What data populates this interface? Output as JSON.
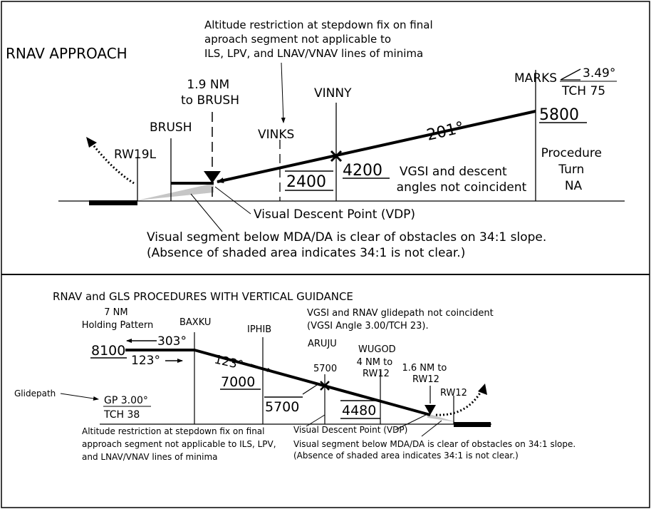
{
  "top": {
    "title": "RNAV APPROACH",
    "note_top": [
      "Altitude restriction at stepdown fix on final",
      "aproach segment not applicable to",
      "ILS, LPV, and LNAV/VNAV lines of minima"
    ],
    "vdp_distance": [
      "1.9 NM",
      "to BRUSH"
    ],
    "fixes": {
      "vinny": "VINNY",
      "marks": "MARKS",
      "brush": "BRUSH",
      "vinks": "VINKS",
      "runway": "RW19L"
    },
    "angle": "3.49°",
    "tch": "TCH 75",
    "alt_marks": "5800",
    "course": "201°",
    "alt_vinny": "4200",
    "alt_vinks": "2400",
    "vgsi_note": [
      "VGSI and descent",
      "angles not coincident"
    ],
    "procedure_turn": [
      "Procedure",
      "Turn",
      "NA"
    ],
    "vdp_label": "Visual Descent Point (VDP)",
    "visual_segment": [
      "Visual segment below MDA/DA is clear of obstacles on 34:1 slope.",
      "(Absence of shaded area indicates 34:1 is not clear.)"
    ]
  },
  "bottom": {
    "title": "RNAV and GLS PROCEDURES WITH VERTICAL GUIDANCE",
    "holding": [
      "7 NM",
      "Holding Pattern"
    ],
    "fixes": {
      "baxku": "BAXKU",
      "iphib": "IPHIB",
      "aruju": "ARUJU",
      "wugod": "WUGOD",
      "runway": "RW12"
    },
    "vgsi_note": [
      "VGSI and RNAV glidepath not coincident",
      "(VGSI Angle 3.00/TCH 23)."
    ],
    "outbound": "303°",
    "inbound": "123°",
    "course": "123°",
    "alt_holding": "8100",
    "alt_iphib": "7000",
    "alt_aruju_top": "5700",
    "alt_aruju": "5700",
    "alt_wugod": "4480",
    "wugod_note": [
      "4 NM to",
      "RW12"
    ],
    "vdp_distance": [
      "1.6 NM to",
      "RW12"
    ],
    "glidepath_label": "Glidepath",
    "gp": "GP 3.00°",
    "tch": "TCH 38",
    "note_stepdown": [
      "Altitude restriction at stepdown fix on final",
      "approach segment not applicable to ILS, LPV,",
      "and LNAV/VNAV lines of minima"
    ],
    "vdp_label": "Visual Descent Point (VDP)",
    "visual_segment": [
      "Visual segment below MDA/DA is clear of obstacles on 34:1 slope.",
      "(Absence of shaded area indicates 34:1 is not clear.)"
    ]
  }
}
